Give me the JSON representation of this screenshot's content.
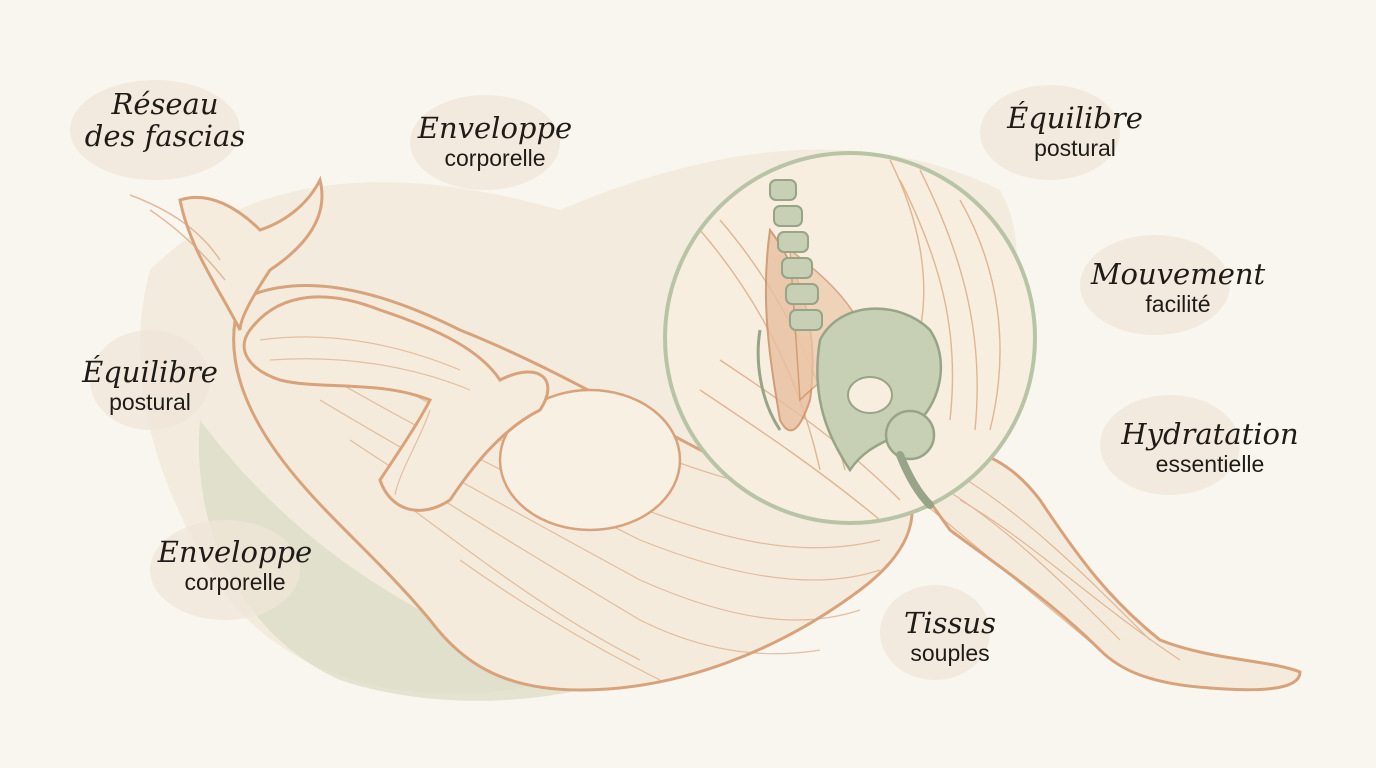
{
  "labels": [
    {
      "id": "reseau",
      "title": "Réseau",
      "sub": "des fascias",
      "sub_italic": true
    },
    {
      "id": "enveloppe-top",
      "title": "Enveloppe",
      "sub": "corporelle"
    },
    {
      "id": "equilibre-top",
      "title": "Équilibre",
      "sub": "postural"
    },
    {
      "id": "mouvement",
      "title": "Mouvement",
      "sub": "facilité"
    },
    {
      "id": "equilibre-left",
      "title": "Équilibre",
      "sub": "postural"
    },
    {
      "id": "hydratation",
      "title": "Hydratation",
      "sub": "essentielle"
    },
    {
      "id": "enveloppe-bottom",
      "title": "Enveloppe",
      "sub": "corporelle"
    },
    {
      "id": "tissus",
      "title": "Tissus",
      "sub": "souples"
    }
  ],
  "colors": {
    "background": "#f9f6ef",
    "fascia": "#d8a27a",
    "skin": "#f3e6d4",
    "bone": "#b9c4a7",
    "shadow": "#d9dcc4",
    "blob": "#efe5d8"
  },
  "icons": [
    "magnifier-lens",
    "spine",
    "pelvis"
  ]
}
